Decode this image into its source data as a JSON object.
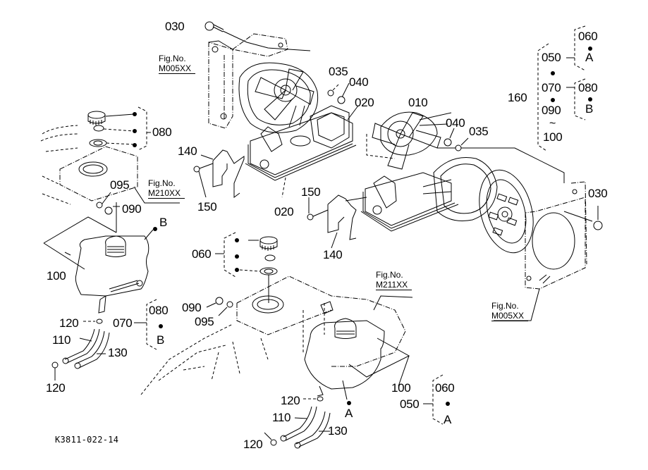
{
  "diagram": {
    "drawing_code": "K3811-022-14",
    "fig_refs": [
      {
        "label": "Fig.No.",
        "number": "M005XX"
      },
      {
        "label": "Fig.No.",
        "number": "M210XX"
      },
      {
        "label": "Fig.No.",
        "number": "M211XX"
      },
      {
        "label": "Fig.No.",
        "number": "M005XX"
      }
    ],
    "callouts": {
      "c030_top": "030",
      "c035_a": "035",
      "c040_a": "040",
      "c020_a": "020",
      "c010": "010",
      "c040_b": "040",
      "c035_b": "035",
      "c140_a": "140",
      "c150_a": "150",
      "c020_b": "020",
      "c150_b": "150",
      "c140_b": "140",
      "c030_right": "030",
      "c080_left": "080",
      "c095_left": "095",
      "c090_left": "090",
      "marker_b": "B",
      "c100_left": "100",
      "c120_left_a": "120",
      "c110_left": "110",
      "c130_left": "130",
      "c120_left_b": "120",
      "c060_mid": "060",
      "c090_mid": "090",
      "c095_mid": "095",
      "c100_mid": "100",
      "marker_a": "A",
      "c120_mid_a": "120",
      "c110_mid": "110",
      "c130_mid": "130",
      "c120_mid_b": "120"
    },
    "kit_070": {
      "label": "070",
      "contents": [
        "080",
        "B"
      ]
    },
    "kit_050": {
      "label": "050",
      "contents": [
        "060",
        "A"
      ]
    },
    "kit_160": {
      "label": "160",
      "items": [
        "050",
        "070",
        "090",
        "~",
        "100"
      ],
      "sub_050": [
        "060",
        "A"
      ],
      "sub_070": [
        "080",
        "B"
      ]
    }
  }
}
